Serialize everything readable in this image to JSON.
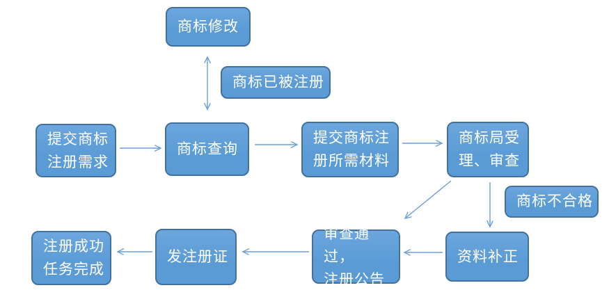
{
  "colors": {
    "canvas-bg": "#ffffff",
    "node-fill": "#5b9bd5",
    "node-fill-light": "#6ca6dd",
    "node-border": "#41719c",
    "node-text": "#ffffff",
    "arrow": "#6b9fd8"
  },
  "nodes": [
    {
      "id": "modify",
      "label": "商标修改"
    },
    {
      "id": "registered-note",
      "label": "商标已被注册"
    },
    {
      "id": "submit-request",
      "label": "提交商标\n注册需求"
    },
    {
      "id": "search",
      "label": "商标查询"
    },
    {
      "id": "submit-materials",
      "label": "提交商标注\n册所需材料"
    },
    {
      "id": "office-review",
      "label": "商标局受\n理、审查"
    },
    {
      "id": "unqualified-note",
      "label": "商标不合格"
    },
    {
      "id": "correction",
      "label": "资料补正"
    },
    {
      "id": "review-passed",
      "label": "审查通过，\n注册公告"
    },
    {
      "id": "issue-cert",
      "label": "发注册证"
    },
    {
      "id": "success",
      "label": "注册成功\n任务完成"
    }
  ],
  "edges": [
    {
      "from": "search",
      "to": "modify",
      "style": "double-headed",
      "note": "registered-note"
    },
    {
      "from": "submit-request",
      "to": "search"
    },
    {
      "from": "search",
      "to": "submit-materials"
    },
    {
      "from": "submit-materials",
      "to": "office-review"
    },
    {
      "from": "office-review",
      "to": "review-passed"
    },
    {
      "from": "office-review",
      "to": "correction",
      "note": "unqualified-note"
    },
    {
      "from": "correction",
      "to": "review-passed"
    },
    {
      "from": "review-passed",
      "to": "issue-cert"
    },
    {
      "from": "issue-cert",
      "to": "success"
    }
  ]
}
